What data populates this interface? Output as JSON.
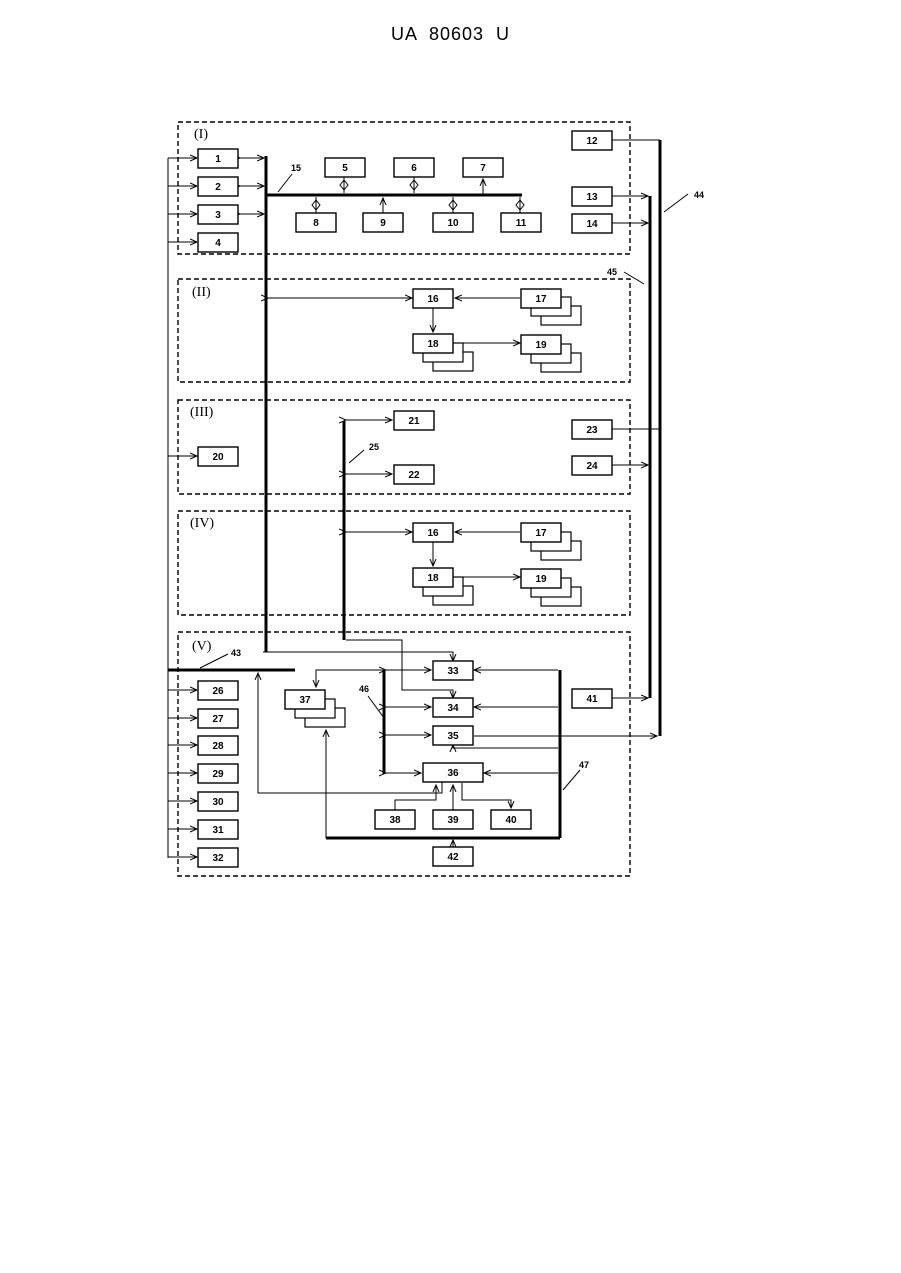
{
  "header": {
    "doc_number": "UA   80603   U"
  },
  "sections": [
    "(I)",
    "(II)",
    "(III)",
    "(IV)",
    "(V)"
  ],
  "blocks": [
    "1",
    "2",
    "3",
    "4",
    "5",
    "6",
    "7",
    "8",
    "9",
    "10",
    "11",
    "12",
    "13",
    "14",
    "16",
    "17",
    "18",
    "19",
    "21",
    "22",
    "23",
    "24",
    "20",
    "16",
    "17",
    "18",
    "19",
    "26",
    "27",
    "28",
    "29",
    "30",
    "31",
    "32",
    "33",
    "34",
    "35",
    "36",
    "37",
    "38",
    "39",
    "40",
    "41",
    "42"
  ],
  "refs": [
    "15",
    "44",
    "45",
    "25",
    "43",
    "46",
    "47"
  ]
}
